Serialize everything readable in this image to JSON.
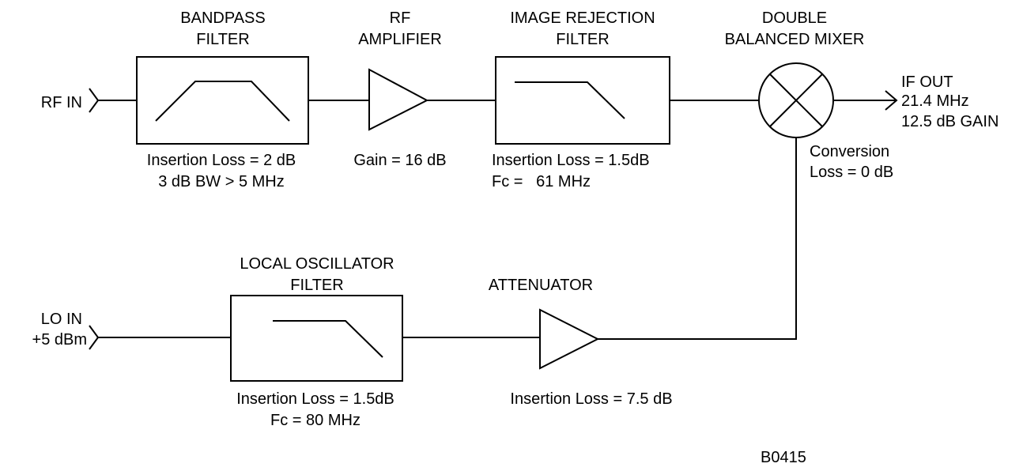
{
  "inputs": {
    "rf_in": "RF IN",
    "lo_in_line1": "LO IN",
    "lo_in_line2": "+5 dBm"
  },
  "bandpass_filter": {
    "title_line1": "BANDPASS",
    "title_line2": "FILTER",
    "spec_line1": "Insertion Loss = 2 dB",
    "spec_line2": "3 dB BW > 5 MHz"
  },
  "rf_amplifier": {
    "title_line1": "RF",
    "title_line2": "AMPLIFIER",
    "spec_line1": "Gain = 16 dB"
  },
  "image_rejection_filter": {
    "title_line1": "IMAGE REJECTION",
    "title_line2": "FILTER",
    "spec_line1": "Insertion Loss = 1.5dB",
    "spec_line2": "Fc =   61 MHz"
  },
  "mixer": {
    "title_line1": "DOUBLE",
    "title_line2": "BALANCED MIXER",
    "spec_line1": "Conversion",
    "spec_line2": "Loss = 0 dB"
  },
  "if_out": {
    "line1": "IF OUT",
    "line2": "21.4 MHz",
    "line3": "12.5 dB GAIN"
  },
  "lo_filter": {
    "title_line1": "LOCAL OSCILLATOR",
    "title_line2": "FILTER",
    "spec_line1": "Insertion Loss = 1.5dB",
    "spec_line2": "Fc = 80 MHz"
  },
  "attenuator": {
    "title_line1": "ATTENUATOR",
    "spec_line1": "Insertion Loss = 7.5 dB"
  },
  "figure_id": "B0415"
}
